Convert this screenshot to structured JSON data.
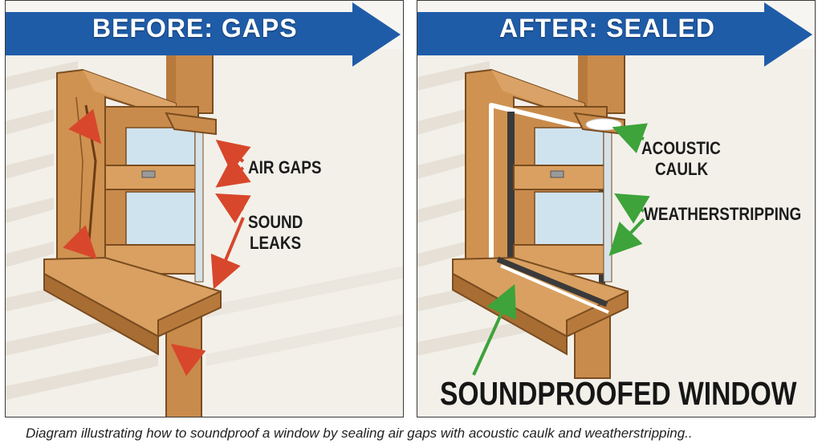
{
  "panels": {
    "before": {
      "title": "BEFORE: GAPS",
      "labels": {
        "air_gaps": "AIR GAPS",
        "sound_leaks_1": "SOUND",
        "sound_leaks_2": "LEAKS"
      }
    },
    "after": {
      "title": "AFTER: SEALED",
      "labels": {
        "acoustic_caulk_1": "ACOUSTIC",
        "acoustic_caulk_2": "CAULK",
        "weatherstripping": "WEATHERSTRIPPING",
        "soundproofed_window": "SOUNDPROOFED WINDOW"
      }
    }
  },
  "caption": "Diagram illustrating how to soundproof a window by sealing air gaps with acoustic caulk and weatherstripping..",
  "colors": {
    "banner": "#1f5ca8",
    "wood": "#c98b4b",
    "glass": "#cfe3ef",
    "siding": "#e9e4dc",
    "red_arrow": "#d8472b",
    "green_arrow": "#3da33a"
  }
}
